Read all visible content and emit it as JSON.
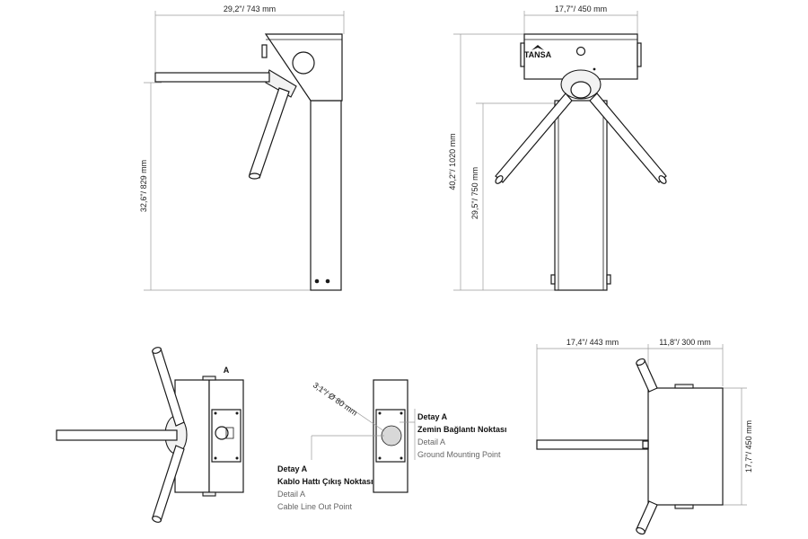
{
  "dimensions": {
    "side_width": "29,2\"/ 743 mm",
    "side_height": "32,6\"/ 829 mm",
    "front_width": "17,7\"/ 450 mm",
    "front_total_height": "40,2\"/ 1020 mm",
    "front_post_height": "29,5\"/ 750 mm",
    "cable_hole": "3,1\"/ Ø 80 mm",
    "top_left_width": "17,4\"/ 443 mm",
    "top_right_width": "11,8\"/ 300 mm",
    "top_depth": "17,7\"/ 450 mm"
  },
  "brand": "TANSA",
  "section_marker": "A",
  "annotations": {
    "ground_title": "Detay A",
    "ground_tr": "Zemin Bağlantı Noktası",
    "ground_detail": "Detail A",
    "ground_en": "Ground Mounting Point",
    "cable_title": "Detay A",
    "cable_tr": "Kablo Hattı Çıkış Noktası",
    "cable_detail": "Detail A",
    "cable_en": "Cable Line Out Point"
  }
}
